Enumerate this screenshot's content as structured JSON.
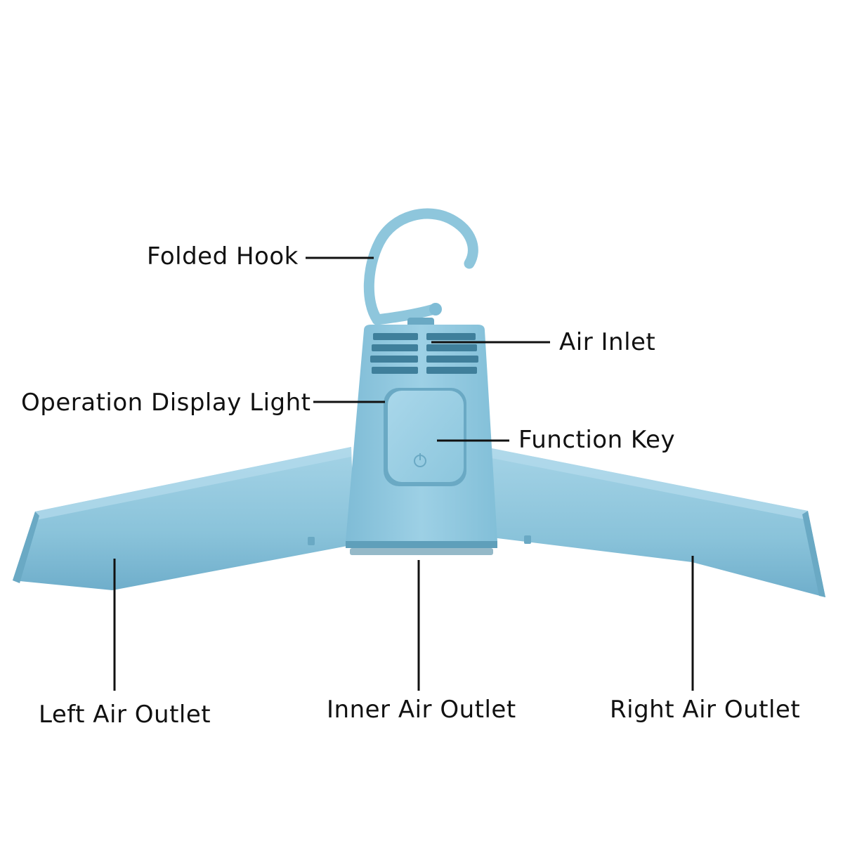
{
  "callouts": {
    "folded_hook": "Folded Hook",
    "air_inlet": "Air Inlet",
    "operation_display_light": "Operation Display Light",
    "function_key": "Function Key",
    "left_air_outlet": "Left Air Outlet",
    "inner_air_outlet": "Inner Air Outlet",
    "right_air_outlet": "Right Air Outlet"
  },
  "colors": {
    "hanger_body": "#8ec6dc",
    "hanger_light": "#a9d6e8",
    "hanger_shadow": "#6aa9c4",
    "leader_line": "#111111",
    "label_text": "#111111",
    "background": "#ffffff"
  },
  "icons": {
    "power_button": "power-icon"
  }
}
